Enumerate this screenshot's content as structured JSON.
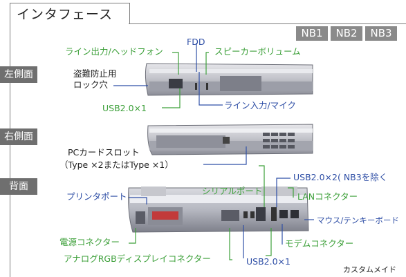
{
  "title": "インタフェース",
  "badges": [
    "NB1",
    "NB2",
    "NB3"
  ],
  "sections": {
    "left": "左側面",
    "right": "右側面",
    "back": "背面"
  },
  "labels": {
    "line_out": "ライン出力/ヘッドフォン",
    "fdd": "FDD",
    "speaker_volume": "スピーカーボリューム",
    "security_lock_1": "盗難防止用",
    "security_lock_2": "ロック穴",
    "usb_left": "USB2.0×1",
    "line_in": "ライン入力/マイク",
    "pc_card_1": "PCカードスロット",
    "pc_card_2": "（Type  ×2またはType  ×1）",
    "printer_port": "プリンタポート",
    "serial_port": "シリアルポート",
    "usb_back_x2": "USB2.0×2( NB3を除く",
    "lan": "LANコネクター",
    "mouse_keypad": "マウス/テンキーボード",
    "power": "電源コネクター",
    "modem": "モデムコネクター",
    "analog_rgb": "アナログRGBディスプレイコネクター",
    "usb_back_x1": "USB2.0×1",
    "custom_made": "カスタムメイド"
  },
  "colors": {
    "green": "#3da03a",
    "blue": "#2f4fa6",
    "badge_gray": "#8a8a8a",
    "section_gray": "#6f6f6f"
  }
}
